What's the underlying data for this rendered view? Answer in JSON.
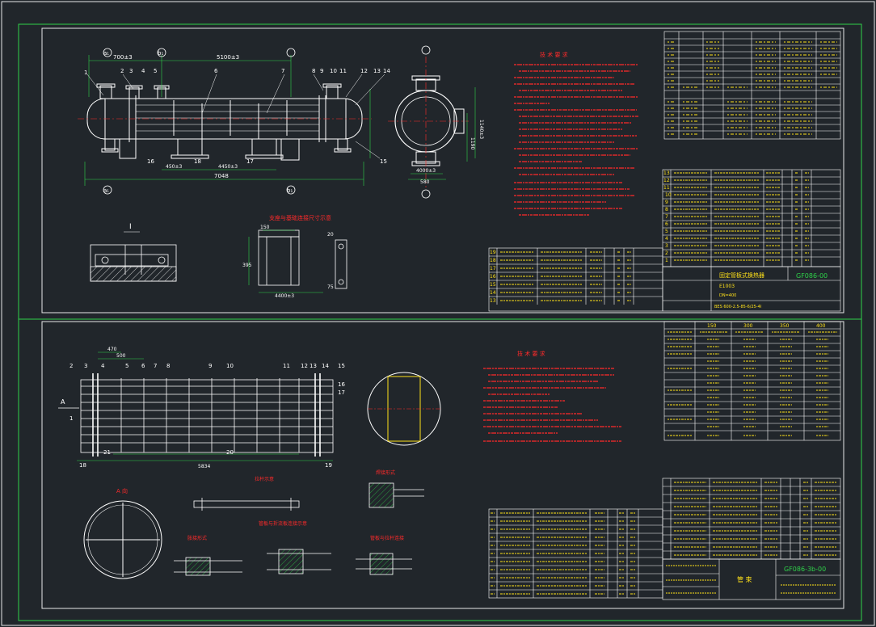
{
  "colors": {
    "background": "#21262b",
    "frame_outer": "#e8e8e8",
    "frame_green": "#2fd24a",
    "geometry": "#ffffff",
    "dimension": "#2fd24a",
    "notes": "#ff2a2a",
    "section_line": "#ff2a2a",
    "table_text": "#ffe11a",
    "hatch": "#ffffff",
    "axis_mark": "#ffffff"
  },
  "sheet1": {
    "balloons_top": [
      "1",
      "2",
      "3",
      "4",
      "5",
      "6",
      "7",
      "8",
      "9",
      "10",
      "11",
      "12",
      "13",
      "14"
    ],
    "balloons_bottom": [
      "16",
      "18",
      "17",
      "15"
    ],
    "dim_top_left": "700±3",
    "dim_top_mid": "5100±3",
    "dim_bottom_left": "450±3",
    "dim_bottom_mid": "4450±3",
    "dim_overall": "7048",
    "dim_end_height": "1190",
    "dim_end_width": "580",
    "dim_end_outer": "1140±3",
    "dim_end_left": "4000±3",
    "axis_a": "a₁",
    "axis_b": "b₁",
    "view_label": "I",
    "saddle_title": "支座与基础连接尺寸示意",
    "saddle_dim_width": "4400±3",
    "saddle_dim_height": "395",
    "saddle_dim_a": "150",
    "saddle_dim_b": "75",
    "saddle_dim_c": "20",
    "notes_title": "技 术 要 求",
    "design_table_header": [
      "设计参数",
      "壳程",
      "管程"
    ],
    "parts_list_rows": [
      "19",
      "18",
      "17",
      "16",
      "15",
      "14",
      "13"
    ],
    "parts_list_right": [
      "13",
      "12",
      "11",
      "10",
      "9",
      "8",
      "7",
      "6",
      "5",
      "4",
      "3",
      "2",
      "1"
    ],
    "title_drawing_name": "固定管板式换热器",
    "title_drawing_no": "GF086-00",
    "title_code": "E1003",
    "title_size": "DN=400",
    "title_std": "BES 600-2.5-85-6/25-4I"
  },
  "sheet2": {
    "balloons": [
      "2",
      "3",
      "4",
      "5",
      "6",
      "7",
      "8",
      "9",
      "10",
      "11",
      "12",
      "13",
      "14",
      "15",
      "16",
      "17"
    ],
    "balloons_lower": [
      "1",
      "21",
      "20",
      "18",
      "19"
    ],
    "arrow_label": "A",
    "dim_470": "470",
    "dim_500": "500",
    "dim_overall": "5834",
    "notes_title": "技 术 要 求",
    "view_a_title": "A 向",
    "detail_titles": [
      "拉杆示意",
      "管板与折流板连接示意",
      "管板与拉杆连接",
      "焊接形式",
      "胀接形式"
    ],
    "spec_header": [
      "150",
      "300",
      "350",
      "400"
    ],
    "title_drawing_no": "GF086-3b-00",
    "title_label": "管 束"
  }
}
